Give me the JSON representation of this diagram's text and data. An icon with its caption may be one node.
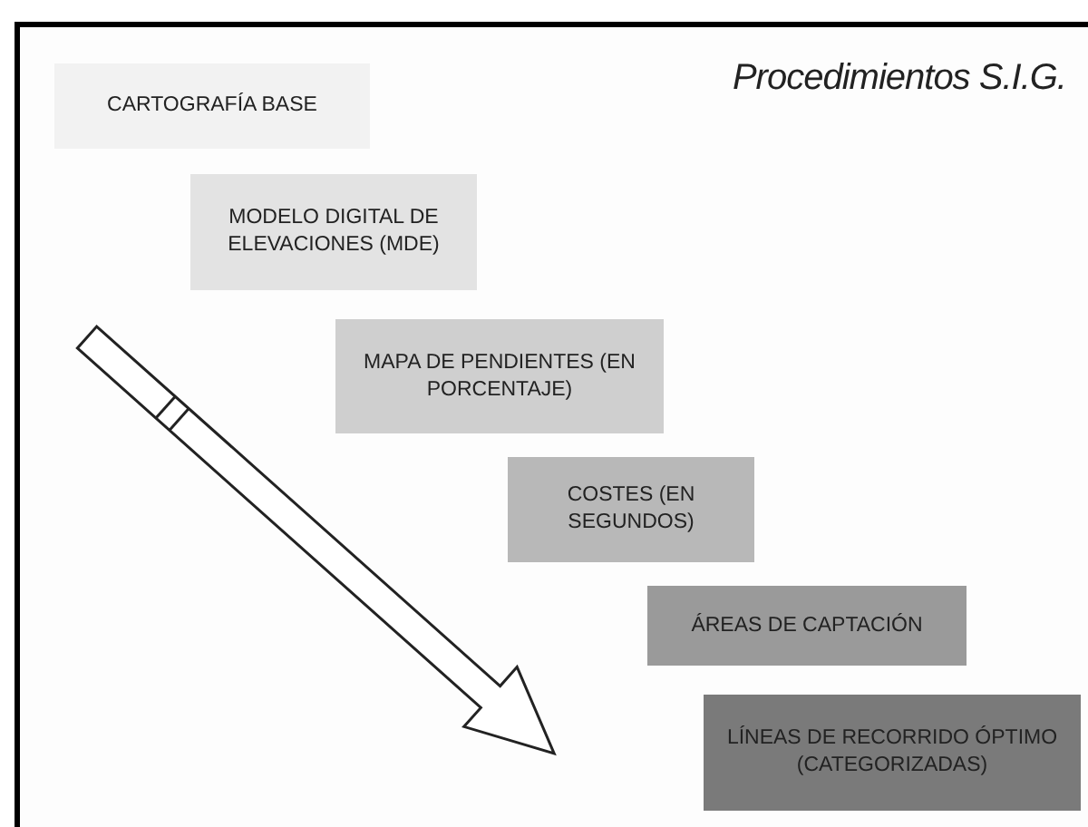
{
  "diagram": {
    "title": "Procedimientos S.I.G.",
    "nodes": [
      {
        "text": [
          "CARTOGRAFÍA BASE"
        ]
      },
      {
        "text": [
          "MODELO DIGITAL DE ELEVACIONES (MDE)"
        ]
      },
      {
        "text": [
          "MAPA DE PENDIENTES (EN PORCENTAJE)"
        ]
      },
      {
        "text": [
          "COSTES (EN SEGUNDOS)"
        ]
      },
      {
        "text": [
          "ÁREAS DE CAPTACIÓN"
        ]
      },
      {
        "text": [
          "LÍNEAS DE RECORRIDO ÓPTIMO (CATEGORIZADAS)"
        ]
      }
    ]
  }
}
